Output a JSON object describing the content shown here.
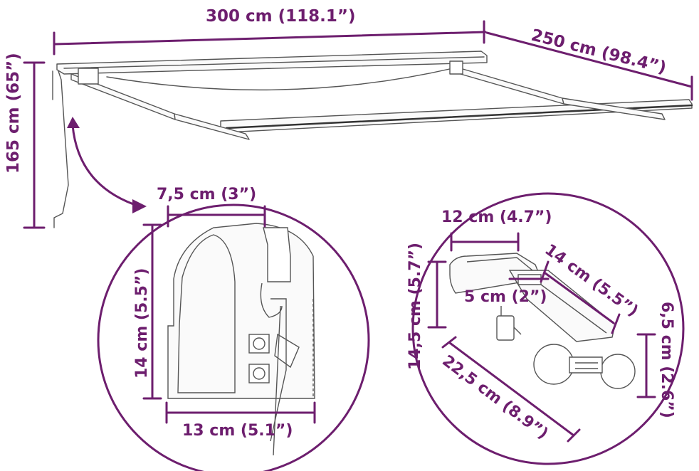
{
  "colors": {
    "accent": "#6d1e6e",
    "line": "#555555",
    "awning": "#333333"
  },
  "dimensions": {
    "width": "300 cm (118.1”)",
    "depth": "250 cm (98.4”)",
    "height": "165 cm (65”)",
    "bracket_width": "7,5 cm (3”)",
    "bracket_height": "14 cm (5.5”)",
    "bracket_depth": "13 cm (5.1”)",
    "motor_width": "12 cm (4.7”)",
    "motor_length": "14 cm (5.5”)",
    "motor_plug": "5 cm (2”)",
    "motor_height": "14,5 cm (5.7”)",
    "motor_total": "22,5 cm (8.9”)",
    "motor_knob": "6,5 cm (2.6”)"
  }
}
